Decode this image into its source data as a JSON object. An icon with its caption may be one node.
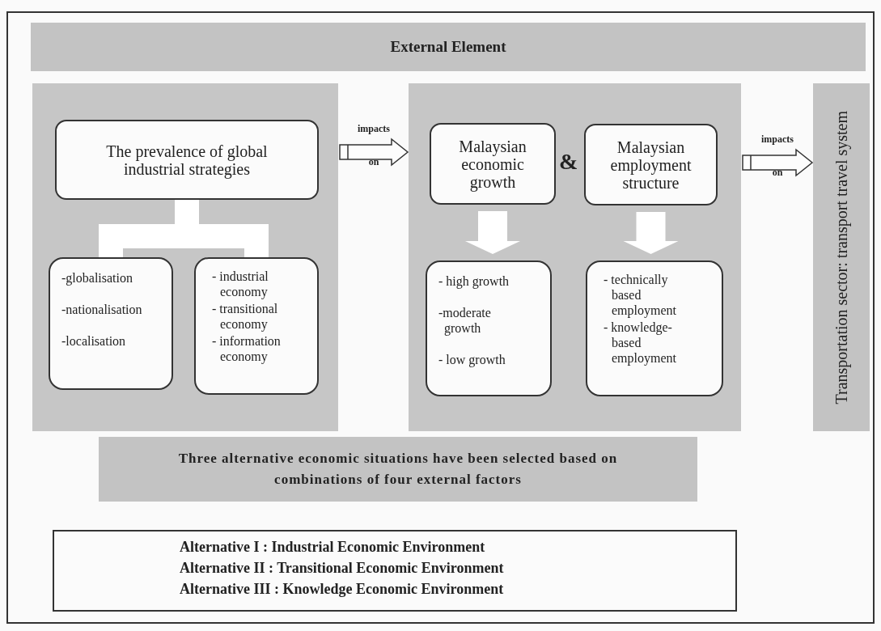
{
  "diagram": {
    "nodes": [
      {
        "text": [
          "External Element"
        ]
      },
      {
        "text": [],
        "shape": "box"
      },
      {
        "text": [
          "The prevalence of global industrial strategies"
        ],
        "in": 1
      },
      {
        "text": [
          "-globalisation",
          "-nationalisation",
          "-localisation"
        ],
        "in": 1
      },
      {
        "text": [
          "- industrial economy",
          "- transitional economy",
          "- information economy"
        ],
        "in": 1
      },
      {
        "text": [],
        "shape": "box"
      },
      {
        "text": [
          "Malaysian economic growth"
        ],
        "in": 5
      },
      {
        "text": [
          "Malaysian employment structure"
        ],
        "in": 5
      },
      {
        "text": [
          "- high growth",
          "-moderate growth",
          "- low growth"
        ],
        "in": 5
      },
      {
        "text": [
          "- technically based employment",
          "- knowledge-based employment"
        ],
        "in": 5
      },
      {
        "text": [
          "Transportation sector: transport travel system"
        ]
      },
      {
        "text": [
          "Three alternative economic situations have been selected based on combinations of four external factors"
        ]
      },
      {
        "text": [
          "Alternative I : Industrial Economic Environment",
          "Alternative II : Transitional Economic Environment",
          "Alternative III : Knowledge Economic Environment"
        ]
      }
    ],
    "edges": [
      {
        "from": 2,
        "to": 3,
        "arrow": "none"
      },
      {
        "from": 2,
        "to": 4,
        "arrow": "none"
      },
      {
        "from": 1,
        "to": 5,
        "arrow": "to",
        "label": "impacts on"
      },
      {
        "from": 6,
        "to": 8,
        "arrow": "to"
      },
      {
        "from": 7,
        "to": 9,
        "arrow": "to"
      },
      {
        "from": 5,
        "to": 10,
        "arrow": "to",
        "label": "impacts on"
      }
    ],
    "labels": [
      "&"
    ]
  }
}
